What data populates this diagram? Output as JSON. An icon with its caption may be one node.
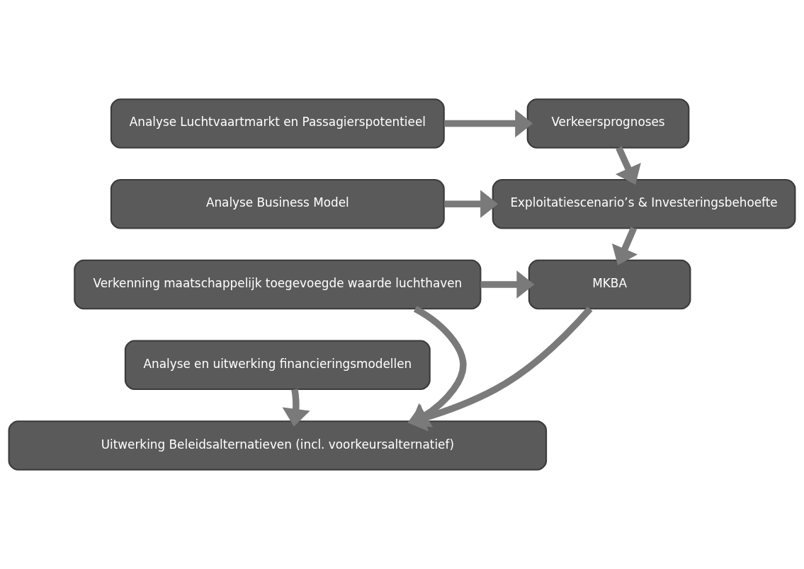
{
  "diagram": {
    "nodes": [
      {
        "text": [
          "Analyse Luchtvaartmarkt en Passagierspotentieel"
        ]
      },
      {
        "text": [
          "Verkeersprognoses"
        ]
      },
      {
        "text": [
          "Analyse Business Model"
        ]
      },
      {
        "text": [
          "Exploitatiescenario’s & Investeringsbehoefte"
        ]
      },
      {
        "text": [
          "Verkenning maatschappelijk toegevoegde waarde luchthaven"
        ]
      },
      {
        "text": [
          "MKBA"
        ]
      },
      {
        "text": [
          "Analyse en uitwerking financieringsmodellen"
        ]
      },
      {
        "text": [
          "Uitwerking Beleidsalternatieven (incl. voorkeursalternatief)"
        ]
      }
    ],
    "edges": [
      {
        "from": 0,
        "to": 1,
        "arrow": "to"
      },
      {
        "from": 1,
        "to": 3,
        "arrow": "to"
      },
      {
        "from": 2,
        "to": 3,
        "arrow": "to"
      },
      {
        "from": 3,
        "to": 5,
        "arrow": "to"
      },
      {
        "from": 4,
        "to": 5,
        "arrow": "to"
      },
      {
        "from": 4,
        "to": 7,
        "arrow": "to"
      },
      {
        "from": 5,
        "to": 7,
        "arrow": "to"
      },
      {
        "from": 6,
        "to": 7,
        "arrow": "to"
      }
    ]
  }
}
